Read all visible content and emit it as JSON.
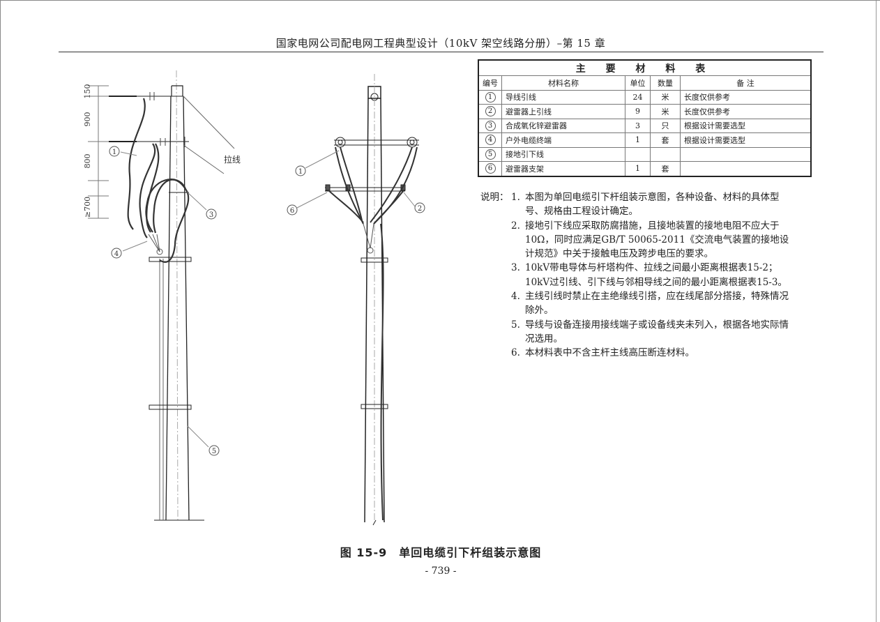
{
  "header": {
    "title": "国家电网公司配电网工程典型设计（10kV 架空线路分册）–第 15 章"
  },
  "drawing": {
    "dimensions": [
      "150",
      "900",
      "800",
      "≥700"
    ],
    "guy_label": "拉线",
    "left_callouts": [
      "1",
      "3",
      "4",
      "5"
    ],
    "right_callouts": [
      "1",
      "6",
      "2"
    ]
  },
  "table": {
    "title": "主 要 材 料 表",
    "headers": [
      "编号",
      "材料名称",
      "单位",
      "数量",
      "备  注"
    ],
    "rows": [
      {
        "no": "1",
        "name": "导线引线",
        "unit": "24",
        "qty": "米",
        "note": "长度仅供参考"
      },
      {
        "no": "2",
        "name": "避雷器上引线",
        "unit": "9",
        "qty": "米",
        "note": "长度仅供参考"
      },
      {
        "no": "3",
        "name": "合成氧化锌避雷器",
        "unit": "3",
        "qty": "只",
        "note": "根据设计需要选型"
      },
      {
        "no": "4",
        "name": "户外电缆终端",
        "unit": "1",
        "qty": "套",
        "note": "根据设计需要选型"
      },
      {
        "no": "5",
        "name": "接地引下线",
        "unit": "",
        "qty": "",
        "note": ""
      },
      {
        "no": "6",
        "name": "避雷器支架",
        "unit": "1",
        "qty": "套",
        "note": ""
      }
    ]
  },
  "notes": {
    "label": "说明：",
    "items": [
      {
        "n": "1.",
        "text": "本图为单回电缆引下杆组装示意图，各种设备、材料的具体型号、规格由工程设计确定。"
      },
      {
        "n": "2.",
        "text": "接地引下线应采取防腐措施，且接地装置的接地电阻不应大于10Ω，同时应满足GB/T 50065-2011《交流电气装置的接地设计规范》中关于接触电压及跨步电压的要求。"
      },
      {
        "n": "3.",
        "text": "10kV带电导体与杆塔构件、拉线之间最小距离根据表15-2；10kV过引线、引下线与邻相导线之间的最小距离根据表15-3。"
      },
      {
        "n": "4.",
        "text": "主线引线时禁止在主绝缘线引搭，应在线尾部分搭接，特殊情况除外。"
      },
      {
        "n": "5.",
        "text": "导线与设备连接用接线端子或设备线夹未列入，根据各地实际情况选用。"
      },
      {
        "n": "6.",
        "text": "本材料表中不含主杆主线高压断连材料。"
      }
    ]
  },
  "caption": "图 15-9　单回电缆引下杆组装示意图",
  "page_number": "- 739 -"
}
